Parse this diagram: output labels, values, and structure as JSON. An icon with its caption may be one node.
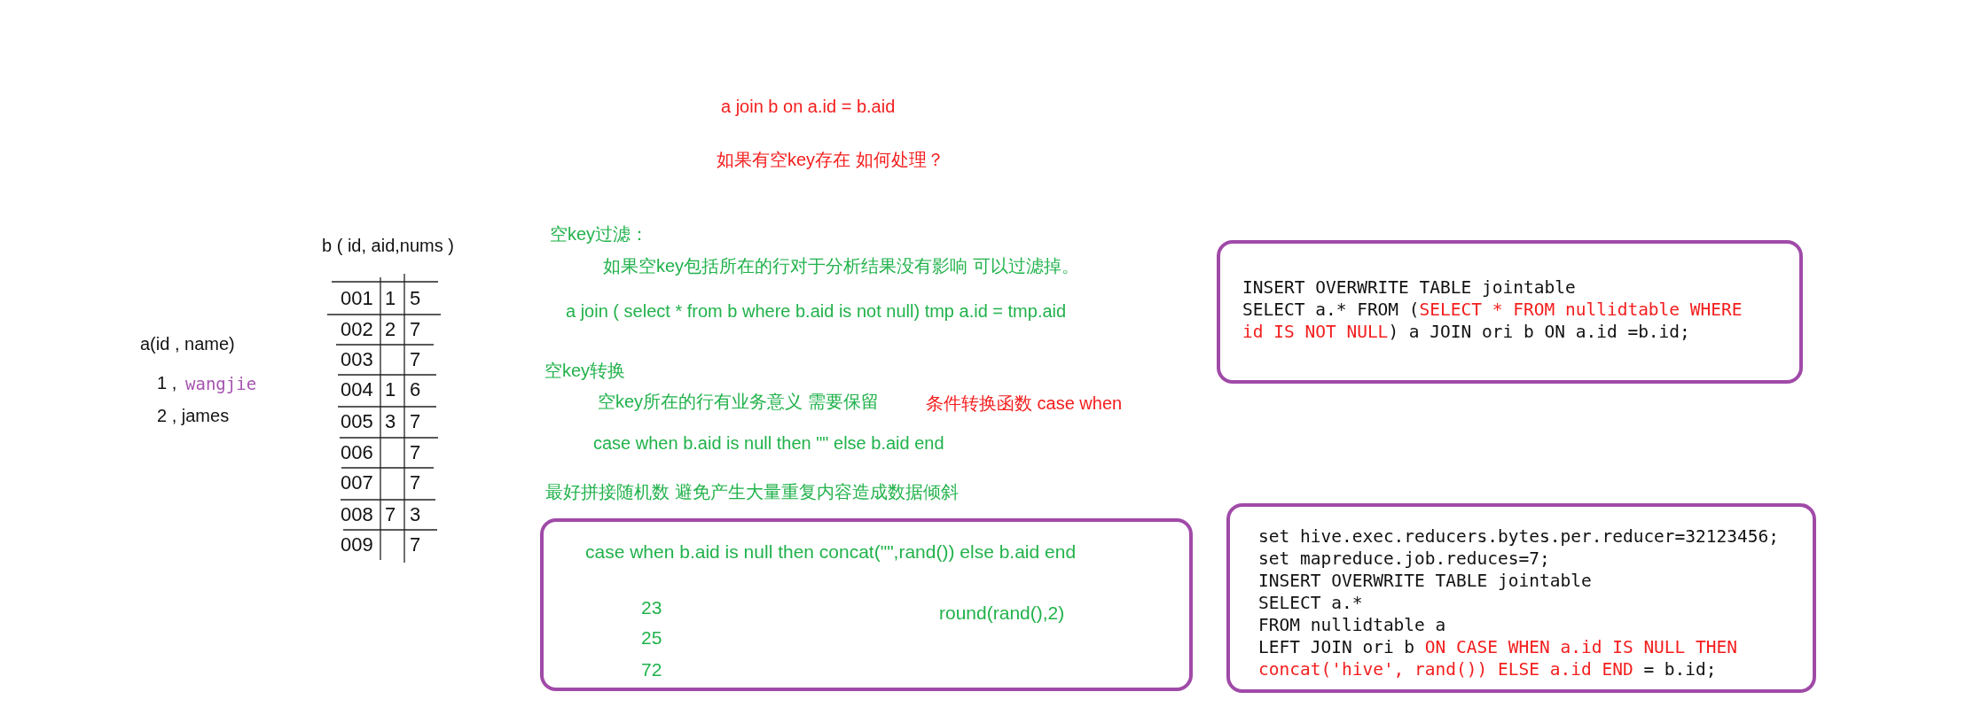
{
  "diagram": {
    "nodes": [
      {
        "text": [
          "INSERT OVERWRITE TABLE jointable",
          "SELECT a.* FROM (",
          "SELECT * FROM nullidtable WHERE id IS NOT NULL",
          ") a JOIN ori b ON a.id =b.id;"
        ]
      },
      {
        "text": [
          "case when b.aid is null then concat(\"\",rand()) else b.aid end",
          "23",
          "25",
          "72",
          "round(rand(),2)"
        ]
      },
      {
        "text": [
          "set hive.exec.reducers.bytes.per.reducer=32123456;",
          "set mapreduce.job.reduces=7;",
          "INSERT OVERWRITE TABLE jointable",
          "SELECT a.*",
          "FROM nullidtable a",
          "LEFT JOIN ori b",
          "ON CASE WHEN a.id IS NULL THEN concat('hive', rand()) ELSE a.id END",
          "= b.id;"
        ]
      }
    ],
    "edges": [],
    "labels": [
      "a join b on a.id = b.aid",
      "如果有空key存在 如何处理？",
      "a(id , name)",
      "1 ,",
      "wangjie",
      "2 , james",
      "b ( id, aid,nums )",
      "001",
      "1",
      "5",
      "002",
      "2",
      "7",
      "003",
      "7",
      "004",
      "1",
      "6",
      "005",
      "3",
      "7",
      "006",
      "7",
      "007",
      "7",
      "008",
      "7",
      "3",
      "009",
      "7",
      "空key过滤：",
      "如果空key包括所在的行对于分析结果没有影响 可以过滤掉。",
      "a join ( select * from b where b.aid is not null) tmp a.id = tmp.aid",
      "空key转换",
      "空key所在的行有业务意义 需要保留",
      "条件转换函数 case when",
      "case when b.aid is null then \"\" else b.aid end",
      "最好拼接随机数 避免产生大量重复内容造成数据倾斜"
    ]
  }
}
